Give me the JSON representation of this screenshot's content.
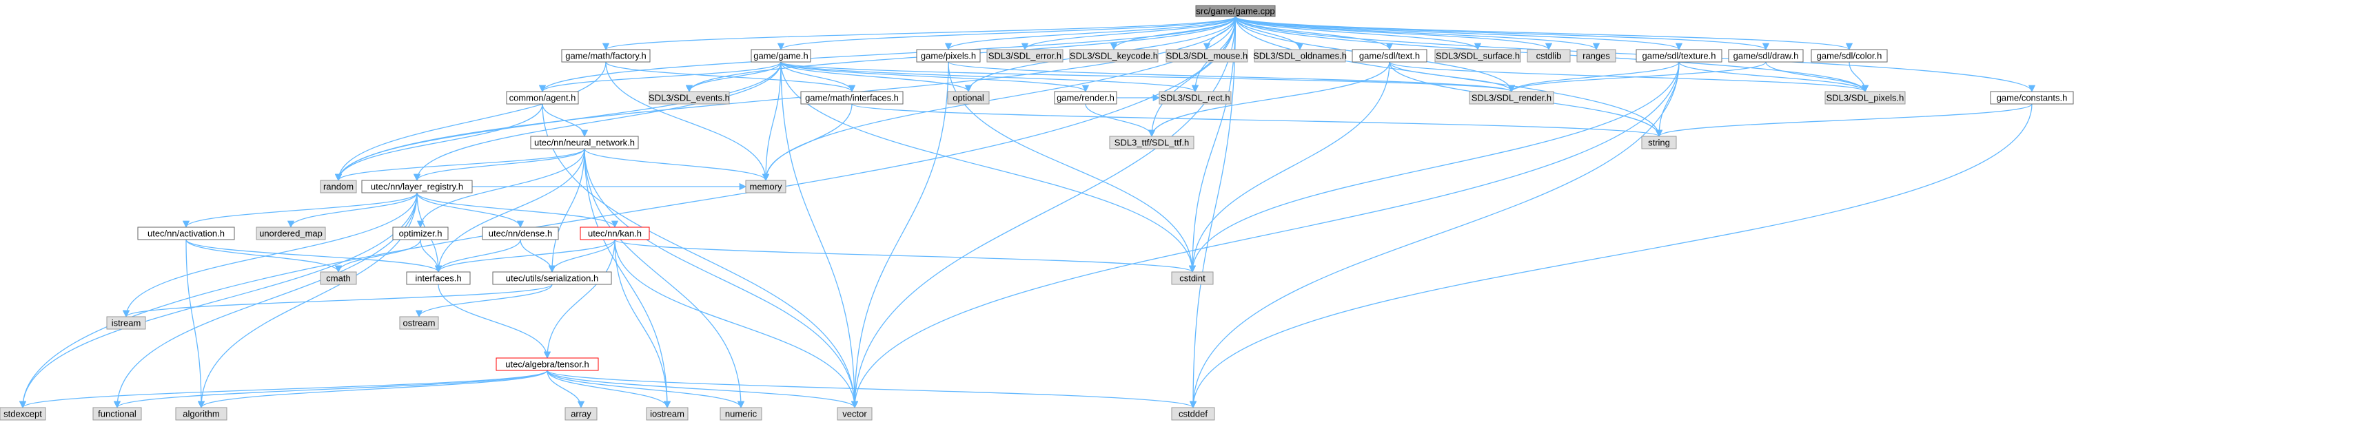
{
  "colors": {
    "edge": "#63b8ff",
    "root_fill": "#999999",
    "internal_fill": "#ffffff",
    "internal_stroke": "#666666",
    "external_fill": "#e0e0e0",
    "external_stroke": "#999999",
    "truncated_stroke": "#ff0000"
  },
  "nodes": [
    {
      "id": "root",
      "label": "src/game/game.cpp",
      "kind": "root"
    },
    {
      "id": "factory",
      "label": "game/math/factory.h",
      "kind": "internal"
    },
    {
      "id": "gameh",
      "label": "game/game.h",
      "kind": "internal"
    },
    {
      "id": "pixelsh",
      "label": "game/pixels.h",
      "kind": "internal"
    },
    {
      "id": "sdl_error",
      "label": "SDL3/SDL_error.h",
      "kind": "external"
    },
    {
      "id": "sdl_keycode",
      "label": "SDL3/SDL_keycode.h",
      "kind": "external"
    },
    {
      "id": "sdl_mouse",
      "label": "SDL3/SDL_mouse.h",
      "kind": "external"
    },
    {
      "id": "sdl_oldnames",
      "label": "SDL3/SDL_oldnames.h",
      "kind": "external"
    },
    {
      "id": "sdltext",
      "label": "game/sdl/text.h",
      "kind": "internal"
    },
    {
      "id": "sdl_surface",
      "label": "SDL3/SDL_surface.h",
      "kind": "external"
    },
    {
      "id": "cstdlib",
      "label": "cstdlib",
      "kind": "external"
    },
    {
      "id": "ranges",
      "label": "ranges",
      "kind": "external"
    },
    {
      "id": "sdltexture",
      "label": "game/sdl/texture.h",
      "kind": "internal"
    },
    {
      "id": "sdldraw",
      "label": "game/sdl/draw.h",
      "kind": "internal"
    },
    {
      "id": "sdlcolor",
      "label": "game/sdl/color.h",
      "kind": "internal"
    },
    {
      "id": "agent",
      "label": "common/agent.h",
      "kind": "internal"
    },
    {
      "id": "sdl_events",
      "label": "SDL3/SDL_events.h",
      "kind": "external"
    },
    {
      "id": "optional",
      "label": "optional",
      "kind": "external"
    },
    {
      "id": "mathiface",
      "label": "game/math/interfaces.h",
      "kind": "internal"
    },
    {
      "id": "render",
      "label": "game/render.h",
      "kind": "internal"
    },
    {
      "id": "sdl_rect",
      "label": "SDL3/SDL_rect.h",
      "kind": "external"
    },
    {
      "id": "sdl_render",
      "label": "SDL3/SDL_render.h",
      "kind": "external"
    },
    {
      "id": "sdl_pixels",
      "label": "SDL3/SDL_pixels.h",
      "kind": "external"
    },
    {
      "id": "constants",
      "label": "game/constants.h",
      "kind": "internal"
    },
    {
      "id": "nn",
      "label": "utec/nn/neural_network.h",
      "kind": "internal"
    },
    {
      "id": "ttf",
      "label": "SDL3_ttf/SDL_ttf.h",
      "kind": "external"
    },
    {
      "id": "string",
      "label": "string",
      "kind": "external"
    },
    {
      "id": "random",
      "label": "random",
      "kind": "external"
    },
    {
      "id": "layerreg",
      "label": "utec/nn/layer_registry.h",
      "kind": "internal"
    },
    {
      "id": "memory",
      "label": "memory",
      "kind": "external"
    },
    {
      "id": "activation",
      "label": "utec/nn/activation.h",
      "kind": "internal"
    },
    {
      "id": "unordered_map",
      "label": "unordered_map",
      "kind": "external"
    },
    {
      "id": "optimizer",
      "label": "optimizer.h",
      "kind": "internal"
    },
    {
      "id": "dense",
      "label": "utec/nn/dense.h",
      "kind": "internal"
    },
    {
      "id": "kan",
      "label": "utec/nn/kan.h",
      "kind": "truncated"
    },
    {
      "id": "cmath",
      "label": "cmath",
      "kind": "external"
    },
    {
      "id": "interfacesh",
      "label": "interfaces.h",
      "kind": "internal"
    },
    {
      "id": "serialization",
      "label": "utec/utils/serialization.h",
      "kind": "internal"
    },
    {
      "id": "cstdint",
      "label": "cstdint",
      "kind": "external"
    },
    {
      "id": "istream",
      "label": "istream",
      "kind": "external"
    },
    {
      "id": "ostream",
      "label": "ostream",
      "kind": "external"
    },
    {
      "id": "tensor",
      "label": "utec/algebra/tensor.h",
      "kind": "truncated"
    },
    {
      "id": "stdexcept",
      "label": "stdexcept",
      "kind": "external"
    },
    {
      "id": "functional",
      "label": "functional",
      "kind": "external"
    },
    {
      "id": "algorithm",
      "label": "algorithm",
      "kind": "external"
    },
    {
      "id": "array",
      "label": "array",
      "kind": "external"
    },
    {
      "id": "iostream",
      "label": "iostream",
      "kind": "external"
    },
    {
      "id": "numeric",
      "label": "numeric",
      "kind": "external"
    },
    {
      "id": "vector",
      "label": "vector",
      "kind": "external"
    },
    {
      "id": "cstddef",
      "label": "cstddef",
      "kind": "external"
    }
  ],
  "edges": [
    [
      "root",
      "factory"
    ],
    [
      "root",
      "gameh"
    ],
    [
      "root",
      "pixelsh"
    ],
    [
      "root",
      "sdl_error"
    ],
    [
      "root",
      "sdl_keycode"
    ],
    [
      "root",
      "sdl_mouse"
    ],
    [
      "root",
      "sdl_oldnames"
    ],
    [
      "root",
      "sdltext"
    ],
    [
      "root",
      "sdl_surface"
    ],
    [
      "root",
      "cstdlib"
    ],
    [
      "root",
      "ranges"
    ],
    [
      "root",
      "sdltexture"
    ],
    [
      "root",
      "sdldraw"
    ],
    [
      "root",
      "sdlcolor"
    ],
    [
      "root",
      "constants"
    ],
    [
      "root",
      "agent"
    ],
    [
      "root",
      "sdl_events"
    ],
    [
      "root",
      "optional"
    ],
    [
      "root",
      "sdl_rect"
    ],
    [
      "root",
      "sdl_render"
    ],
    [
      "root",
      "sdl_pixels"
    ],
    [
      "root",
      "ttf"
    ],
    [
      "root",
      "random"
    ],
    [
      "root",
      "memory"
    ],
    [
      "root",
      "cstdint"
    ],
    [
      "root",
      "stdexcept"
    ],
    [
      "root",
      "vector"
    ],
    [
      "root",
      "cstddef"
    ],
    [
      "root",
      "string"
    ],
    [
      "factory",
      "mathiface"
    ],
    [
      "factory",
      "random"
    ],
    [
      "factory",
      "memory"
    ],
    [
      "gameh",
      "agent"
    ],
    [
      "gameh",
      "sdl_events"
    ],
    [
      "gameh",
      "optional"
    ],
    [
      "gameh",
      "mathiface"
    ],
    [
      "gameh",
      "render"
    ],
    [
      "gameh",
      "sdl_rect"
    ],
    [
      "gameh",
      "sdl_render"
    ],
    [
      "gameh",
      "random"
    ],
    [
      "gameh",
      "memory"
    ],
    [
      "gameh",
      "vector"
    ],
    [
      "gameh",
      "cstdint"
    ],
    [
      "gameh",
      "layerreg"
    ],
    [
      "pixelsh",
      "sdl_render"
    ],
    [
      "pixelsh",
      "vector"
    ],
    [
      "pixelsh",
      "cstdint"
    ],
    [
      "sdltext",
      "sdl_render"
    ],
    [
      "sdltext",
      "ttf"
    ],
    [
      "sdltext",
      "string"
    ],
    [
      "sdltext",
      "cstdint"
    ],
    [
      "sdltext",
      "sdl_pixels"
    ],
    [
      "sdltexture",
      "sdl_render"
    ],
    [
      "sdltexture",
      "sdl_pixels"
    ],
    [
      "sdltexture",
      "string"
    ],
    [
      "sdltexture",
      "vector"
    ],
    [
      "sdltexture",
      "cstdint"
    ],
    [
      "sdltexture",
      "cstddef"
    ],
    [
      "sdldraw",
      "sdl_render"
    ],
    [
      "sdldraw",
      "sdl_pixels"
    ],
    [
      "sdlcolor",
      "sdl_pixels"
    ],
    [
      "constants",
      "string"
    ],
    [
      "constants",
      "cstddef"
    ],
    [
      "agent",
      "nn"
    ],
    [
      "agent",
      "random"
    ],
    [
      "agent",
      "vector"
    ],
    [
      "mathiface",
      "memory"
    ],
    [
      "mathiface",
      "string"
    ],
    [
      "render",
      "ttf"
    ],
    [
      "render",
      "sdl_rect"
    ],
    [
      "nn",
      "layerreg"
    ],
    [
      "nn",
      "random"
    ],
    [
      "nn",
      "memory"
    ],
    [
      "nn",
      "optimizer"
    ],
    [
      "nn",
      "interfacesh"
    ],
    [
      "nn",
      "serialization"
    ],
    [
      "nn",
      "iostream"
    ],
    [
      "nn",
      "numeric"
    ],
    [
      "nn",
      "vector"
    ],
    [
      "layerreg",
      "memory"
    ],
    [
      "layerreg",
      "unordered_map"
    ],
    [
      "layerreg",
      "activation"
    ],
    [
      "layerreg",
      "dense"
    ],
    [
      "layerreg",
      "kan"
    ],
    [
      "layerreg",
      "interfacesh"
    ],
    [
      "layerreg",
      "stdexcept"
    ],
    [
      "layerreg",
      "functional"
    ],
    [
      "layerreg",
      "algorithm"
    ],
    [
      "layerreg",
      "istream"
    ],
    [
      "activation",
      "interfacesh"
    ],
    [
      "activation",
      "cmath"
    ],
    [
      "activation",
      "algorithm"
    ],
    [
      "optimizer",
      "interfacesh"
    ],
    [
      "optimizer",
      "cmath"
    ],
    [
      "dense",
      "interfacesh"
    ],
    [
      "dense",
      "serialization"
    ],
    [
      "kan",
      "interfacesh"
    ],
    [
      "kan",
      "serialization"
    ],
    [
      "kan",
      "tensor"
    ],
    [
      "kan",
      "cstdint"
    ],
    [
      "kan",
      "vector"
    ],
    [
      "kan",
      "iostream"
    ],
    [
      "interfacesh",
      "tensor"
    ],
    [
      "serialization",
      "istream"
    ],
    [
      "serialization",
      "ostream"
    ],
    [
      "tensor",
      "stdexcept"
    ],
    [
      "tensor",
      "functional"
    ],
    [
      "tensor",
      "algorithm"
    ],
    [
      "tensor",
      "array"
    ],
    [
      "tensor",
      "iostream"
    ],
    [
      "tensor",
      "numeric"
    ],
    [
      "tensor",
      "vector"
    ],
    [
      "tensor",
      "cstddef"
    ]
  ]
}
